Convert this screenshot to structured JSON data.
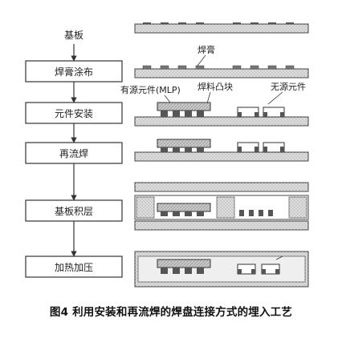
{
  "flow": {
    "start_label": "基板",
    "steps": [
      "焊膏涂布",
      "元件安装",
      "再流焊",
      "基板积层",
      "加热加压"
    ]
  },
  "annotations": {
    "solder_paste": "焊膏",
    "active_component": "有源元件(MLP)",
    "solder_bump": "焊料凸块",
    "passive_component": "无源元件"
  },
  "caption": "图4  利用安装和再流焊的焊盘连接方式的埋入工艺",
  "colors": {
    "line": "#333333",
    "board_fill": "#d9d9d9",
    "component_fill": "#b0b0b0",
    "pad_fill": "#555555",
    "paste_fill": "#777777"
  }
}
